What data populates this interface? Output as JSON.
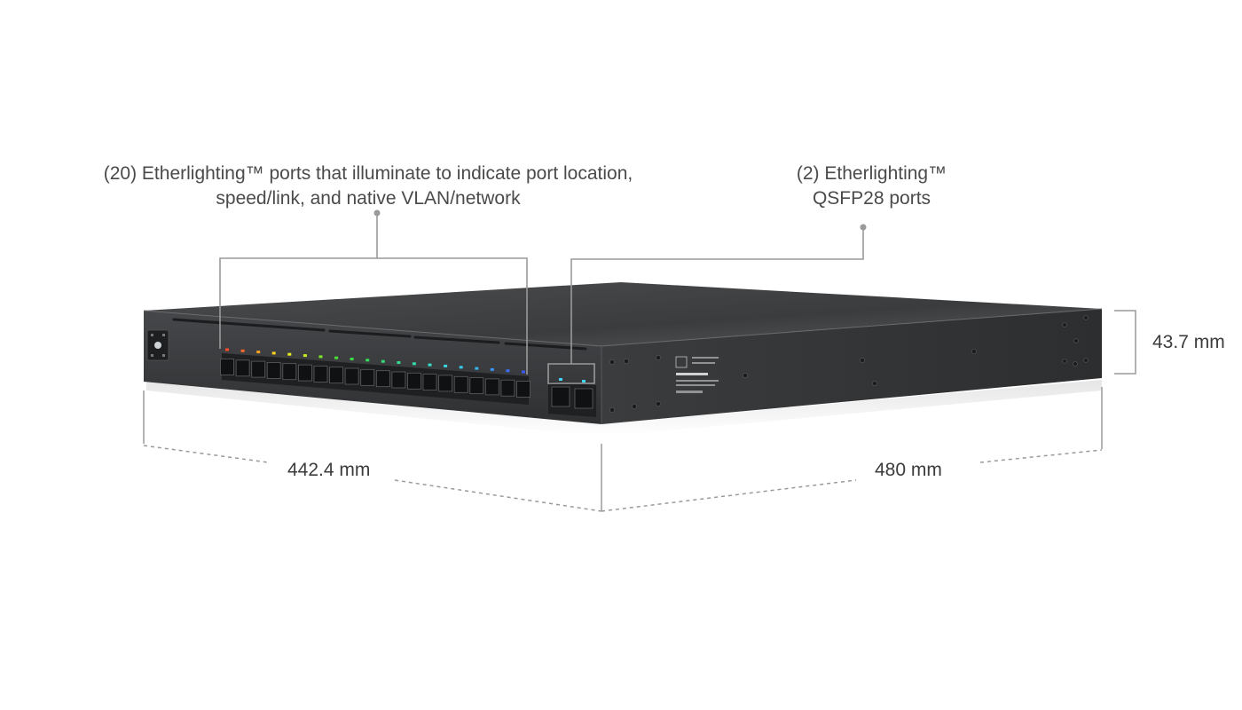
{
  "callouts": {
    "ports_line1": "(20) Etherlighting™ ports that illuminate to indicate port location,",
    "ports_line2": "speed/link, and native VLAN/network",
    "qsfp_line1": "(2) Etherlighting™",
    "qsfp_line2": "QSFP28 ports"
  },
  "dimensions": {
    "width": "442.4 mm",
    "depth": "480 mm",
    "height": "43.7 mm"
  },
  "device": {
    "port_count": 20,
    "qsfp_count": 2,
    "led_colors": [
      "#ff4a2e",
      "#ff6a28",
      "#ffa020",
      "#ffd21e",
      "#e8f01e",
      "#c4ee22",
      "#7ee62a",
      "#4ce036",
      "#3ade46",
      "#38dc5a",
      "#36da74",
      "#36da8e",
      "#36dcaa",
      "#38dcc4",
      "#3ad8dc",
      "#38c8e8",
      "#36b4f0",
      "#3a96f4",
      "#3c6ef6",
      "#3c58f8"
    ],
    "qsfp_led_color": "#3fd4f0",
    "body_color": "#3a3c3e"
  }
}
